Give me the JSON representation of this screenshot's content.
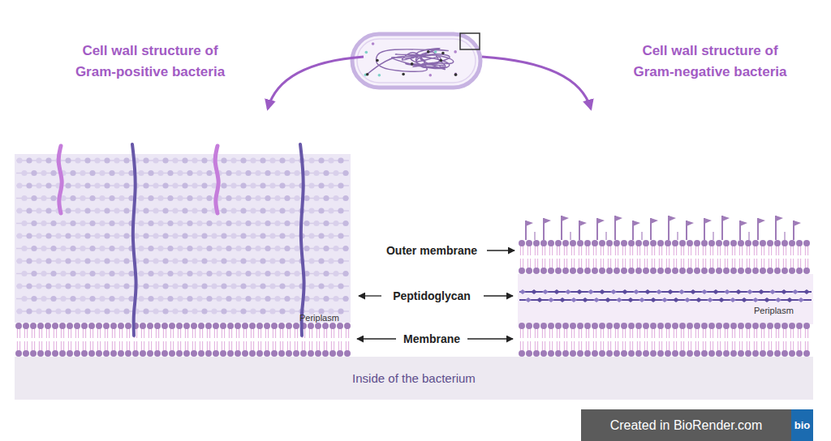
{
  "diagram": {
    "nodes": [
      {
        "text": [
          "Inside of the bacterium"
        ]
      },
      {
        "text": [
          "Created in BioRender.com"
        ]
      },
      {
        "text": [
          "bio"
        ],
        "in": 1
      }
    ],
    "labels": [
      "Cell wall structure of Gram-positive bacteria",
      "Cell wall structure of Gram-negative bacteria",
      "Outer membrane",
      "Peptidoglycan",
      "Membrane",
      "Periplasm",
      "Periplasm"
    ]
  }
}
